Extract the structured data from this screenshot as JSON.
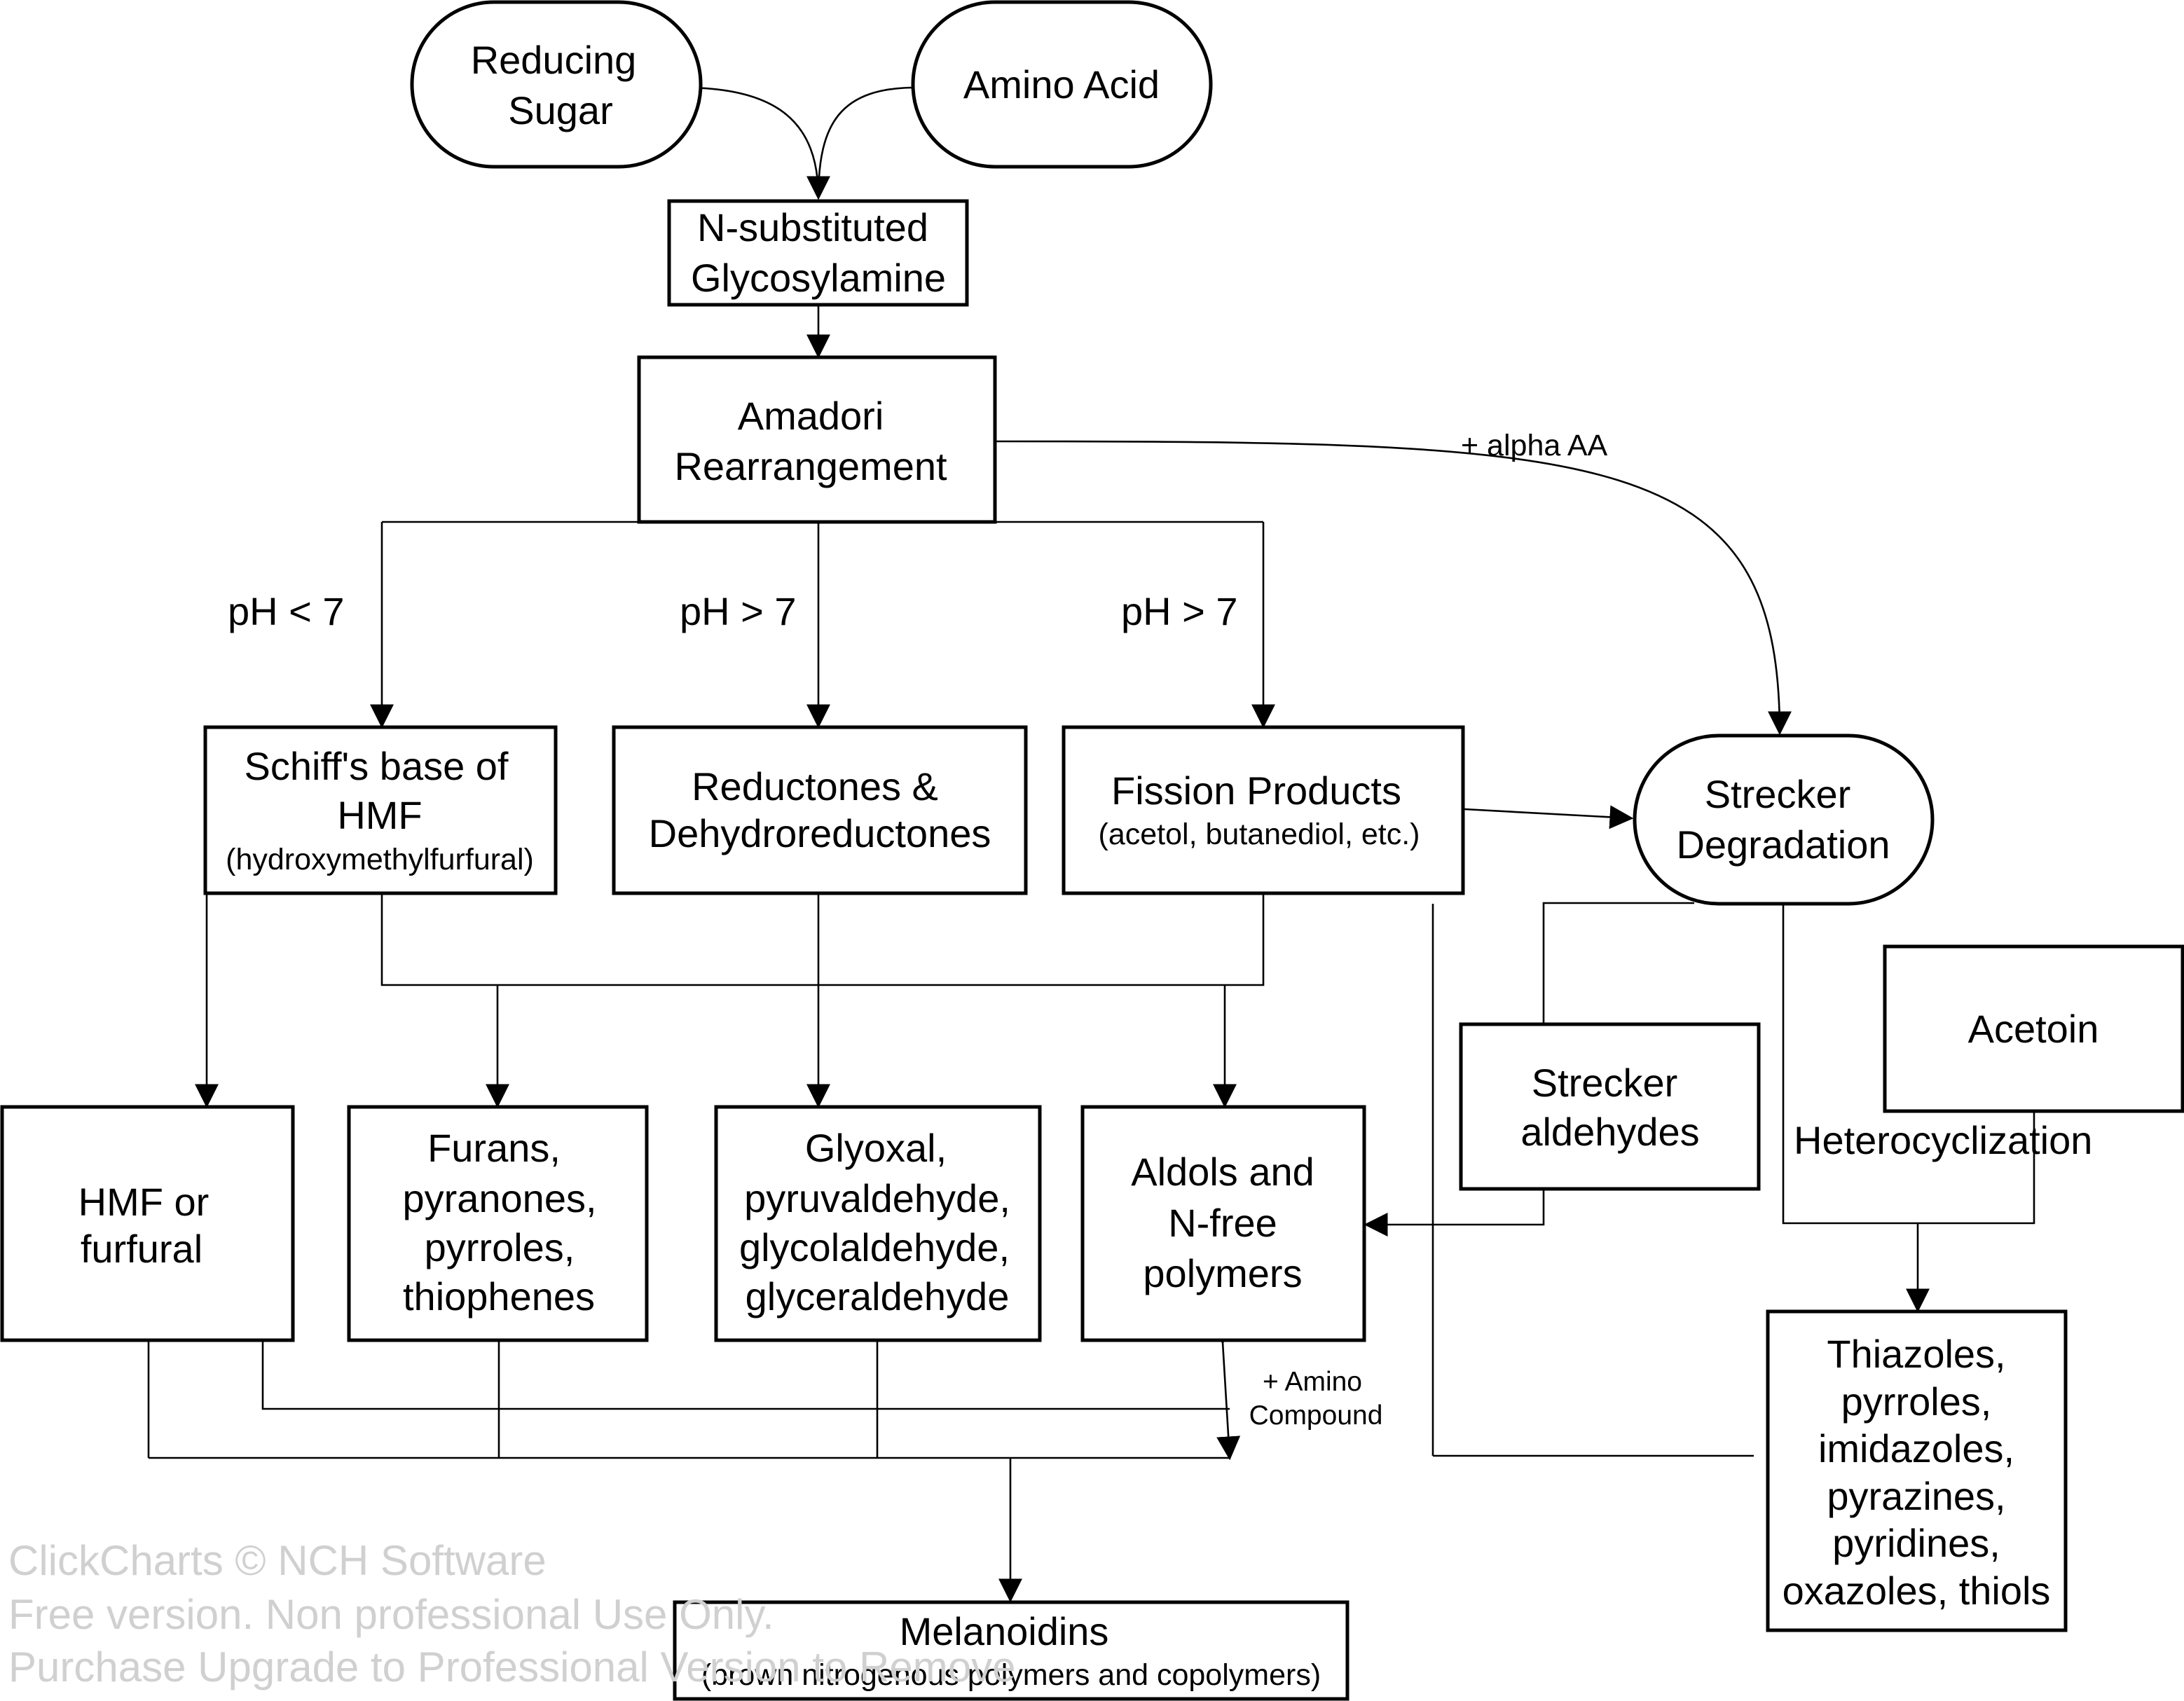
{
  "nodes": {
    "reducing_sugar": [
      "Reducing",
      "Sugar"
    ],
    "amino_acid": "Amino Acid",
    "glycosylamine": [
      "N-substituted",
      "Glycosylamine"
    ],
    "amadori": [
      "Amadori",
      "Rearrangement"
    ],
    "schiff": [
      "Schiff's base of",
      "HMF",
      "(hydroxymethylfurfural)"
    ],
    "reductones": [
      "Reductones &",
      "Dehydroreductones"
    ],
    "fission": [
      "Fission Products",
      "(acetol, butanediol, etc.)"
    ],
    "strecker_degradation": [
      "Strecker",
      "Degradation"
    ],
    "hmf": [
      "HMF or",
      "furfural"
    ],
    "furans": [
      "Furans,",
      "pyranones,",
      "pyrroles,",
      "thiophenes"
    ],
    "glyoxal": [
      "Glyoxal,",
      "pyruvaldehyde,",
      "glycolaldehyde,",
      "glyceraldehyde"
    ],
    "aldols": [
      "Aldols and",
      "N-free",
      "polymers"
    ],
    "strecker_aldehydes": [
      "Strecker",
      "aldehydes"
    ],
    "acetoin": "Acetoin",
    "thiazoles": [
      "Thiazoles,",
      "pyrroles,",
      "imidazoles,",
      "pyrazines,",
      "pyridines,",
      "oxazoles, thiols"
    ],
    "melanoidins": [
      "Melanoidins",
      "(brown nitrogenous polymers and copolymers)"
    ]
  },
  "labels": {
    "ph_acid": "pH < 7",
    "ph_base_1": "pH > 7",
    "ph_base_2": "pH > 7",
    "alpha_aa": "+ alpha AA",
    "amino_compound": [
      "+ Amino",
      "Compound"
    ],
    "heterocyclization": "Heterocyclization"
  },
  "watermark": [
    "ClickCharts © NCH Software",
    "Free version. Non professional Use Only.",
    "Purchase Upgrade to Professional Version to Remove"
  ]
}
